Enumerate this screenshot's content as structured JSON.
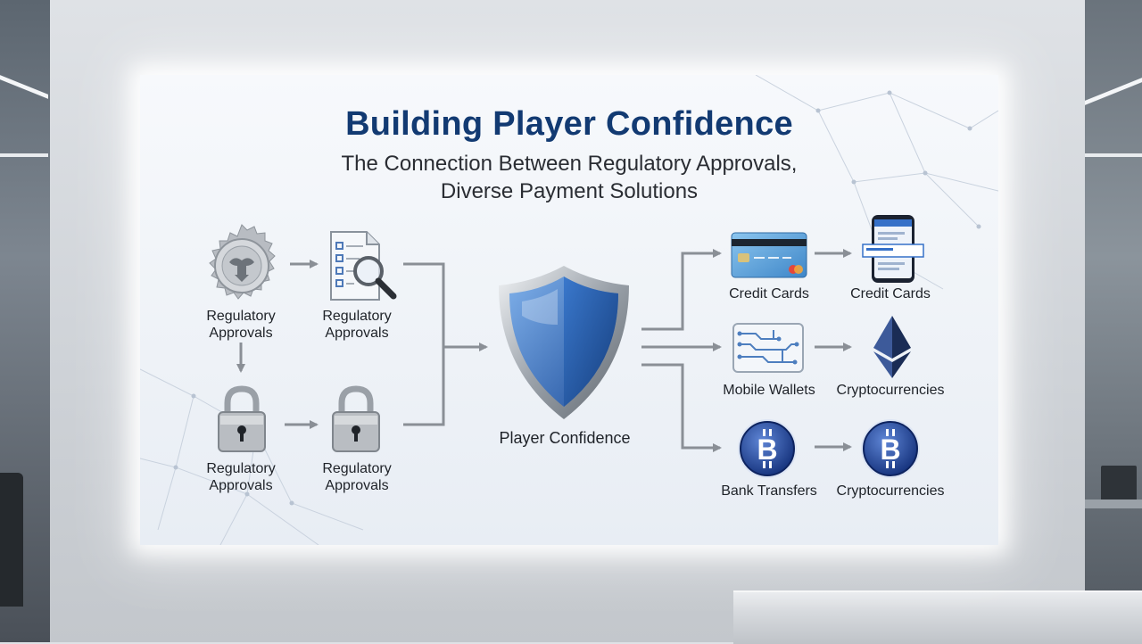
{
  "title": "Building Player Confidence",
  "subtitle_line1": "The Connection Between Regulatory Approvals,",
  "subtitle_line2": "Diverse Payment Solutions",
  "left_nodes": [
    {
      "line1": "Regulatory",
      "line2": "Approvals",
      "icon": "seal-icon"
    },
    {
      "line1": "Regulatory",
      "line2": "Approvals",
      "icon": "document-magnifier-icon"
    },
    {
      "line1": "Regulatory",
      "line2": "Approvals",
      "icon": "padlock-icon"
    },
    {
      "line1": "Regulatory",
      "line2": "Approvals",
      "icon": "padlock-icon"
    }
  ],
  "center_node": {
    "label": "Player Confidence",
    "icon": "shield-icon"
  },
  "right_nodes": [
    {
      "label": "Credit Cards",
      "icon": "credit-card-icon"
    },
    {
      "label": "Credit Cards",
      "icon": "smartphone-payment-icon"
    },
    {
      "label": "Mobile Wallets",
      "icon": "circuit-board-icon"
    },
    {
      "label": "Cryptocurrencies",
      "icon": "ethereum-icon"
    },
    {
      "label": "Bank Transfers",
      "icon": "bitcoin-coin-icon"
    },
    {
      "label": "Cryptocurrencies",
      "icon": "bitcoin-coin-icon"
    }
  ],
  "colors": {
    "title": "#123a72",
    "shield_blue": "#2f6cc2",
    "arrow": "#8a8f96",
    "coin": "#1e3f8f"
  }
}
